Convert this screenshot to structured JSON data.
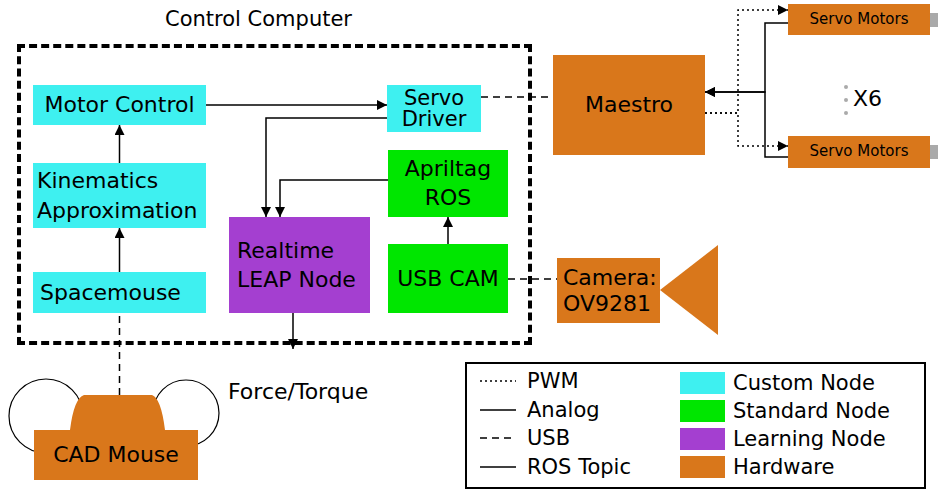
{
  "diagram": {
    "nodes": [
      {
        "text": [
          "Control Computer"
        ]
      },
      {
        "text": [
          "Motor Control"
        ],
        "in": 0
      },
      {
        "text": [
          "Servo Driver"
        ],
        "in": 0
      },
      {
        "text": [
          "Kinematics Approximation"
        ],
        "in": 0
      },
      {
        "text": [
          "Apriltag ROS"
        ],
        "in": 0
      },
      {
        "text": [
          "Realtime LEAP Node"
        ],
        "in": 0
      },
      {
        "text": [
          "USB CAM"
        ],
        "in": 0
      },
      {
        "text": [
          "Spacemouse"
        ],
        "in": 0
      },
      {
        "text": [
          "Servo Motors"
        ]
      },
      {
        "text": [
          "Maestro"
        ]
      },
      {
        "text": [
          "Servo Motors"
        ]
      },
      {
        "text": [
          "Camera: OV9281"
        ]
      },
      {
        "text": [
          "CAD Mouse"
        ]
      }
    ],
    "edges": [
      {
        "from": 7,
        "to": 3,
        "arrow": "to"
      },
      {
        "from": 3,
        "to": 1,
        "arrow": "to"
      },
      {
        "from": 1,
        "to": 2,
        "arrow": "to"
      },
      {
        "from": 2,
        "to": 5,
        "arrow": "to"
      },
      {
        "from": 4,
        "to": 5,
        "arrow": "to"
      },
      {
        "from": 6,
        "to": 4,
        "arrow": "to"
      },
      {
        "from": 2,
        "to": 9,
        "arrow": "none"
      },
      {
        "from": 9,
        "to": 8,
        "arrow": "to"
      },
      {
        "from": 9,
        "to": 10,
        "arrow": "to"
      },
      {
        "from": 8,
        "to": 9,
        "arrow": "to"
      },
      {
        "from": 10,
        "to": 9,
        "arrow": "to"
      },
      {
        "from": 6,
        "to": 11,
        "arrow": "none"
      },
      {
        "from": 12,
        "to": 7,
        "arrow": "none"
      }
    ],
    "labels": [
      "X6",
      "Force/Torque"
    ],
    "legend": [
      {
        "text": "PWM"
      },
      {
        "text": "Analog"
      },
      {
        "text": "USB"
      },
      {
        "text": "ROS Topic"
      },
      {
        "text": "Custom Node",
        "color": "#3ef0f0"
      },
      {
        "text": "Standard Node",
        "color": "#00e600"
      },
      {
        "text": "Learning Node",
        "color": "#a43fd0"
      },
      {
        "text": "Hardware",
        "color": "#d9771b"
      }
    ]
  }
}
